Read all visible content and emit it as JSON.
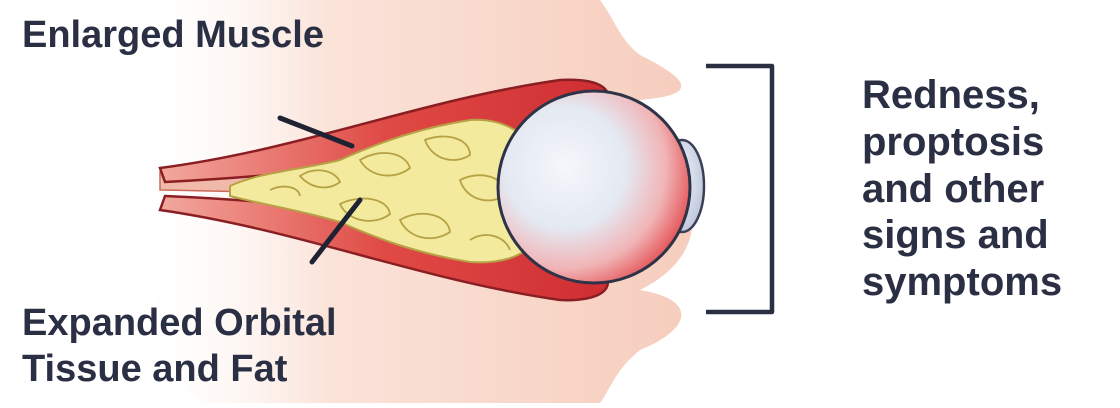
{
  "labels": {
    "enlarged_muscle": "Enlarged Muscle",
    "expanded_tissue": [
      "Expanded Orbital",
      "Tissue and Fat"
    ],
    "symptoms": [
      "Redness,",
      "proptosis",
      "and other",
      "signs and",
      "symptoms"
    ]
  },
  "colors": {
    "text": "#2b2f43",
    "skin": "#f8d6c9",
    "muscle": "#dc3b3b",
    "fat": "#f3ea9e",
    "eye_iris": "#e14848",
    "bracket": "#2b2f43"
  }
}
